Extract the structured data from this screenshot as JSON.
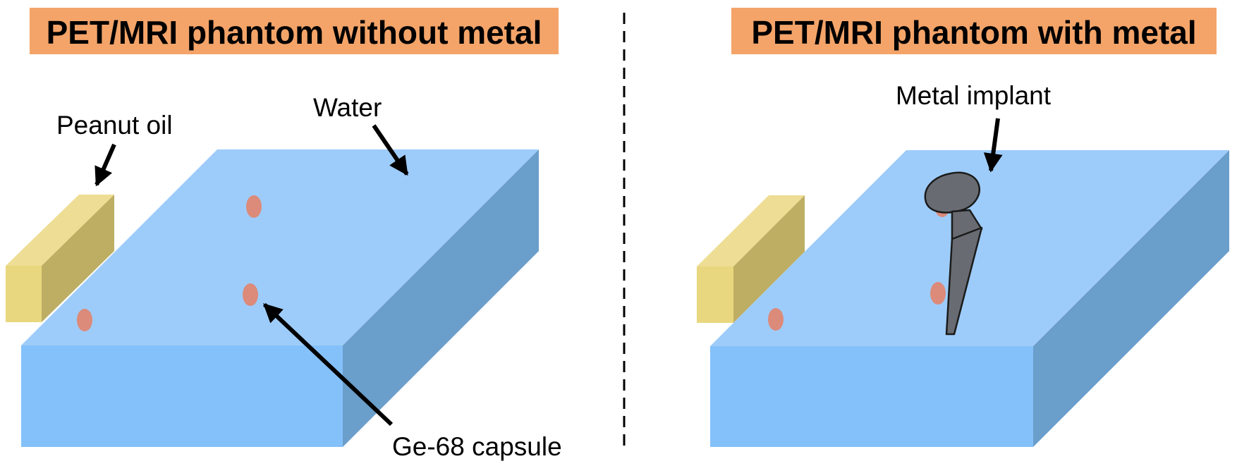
{
  "left_panel": {
    "title": "PET/MRI phantom without metal",
    "labels": {
      "peanut_oil": "Peanut oil",
      "water": "Water",
      "capsule": "Ge-68 capsule"
    }
  },
  "right_panel": {
    "title": "PET/MRI phantom with metal",
    "labels": {
      "implant": "Metal implant"
    }
  },
  "colors": {
    "title_background": "#F4A469",
    "water_top": "#9ECCFA",
    "water_front": "#84C1FA",
    "water_side": "#6A9ECB",
    "peanut_oil": "#E9D77F",
    "capsule": "#DC8A7A",
    "implant": "#686C72"
  }
}
